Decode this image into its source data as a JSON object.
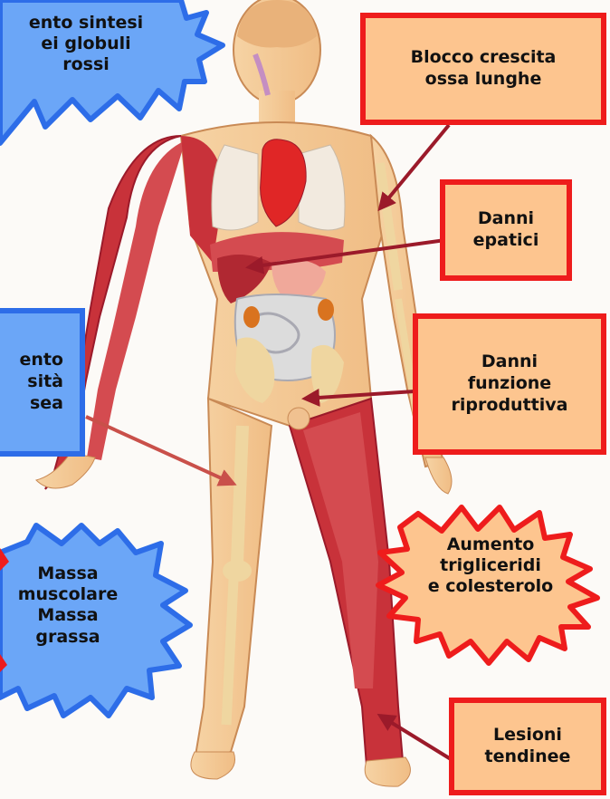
{
  "labels": {
    "blue_top_left": "ento sintesi\nei globuli\nrossi",
    "blocco_crescita": "Blocco crescita\nossa lunghe",
    "danni_epatici": "Danni\nepatici",
    "blue_mid_left": "ento\nsità\nsea",
    "danni_riproduttiva": "Danni\nfunzione\nriproduttiva",
    "massa": "Massa\nmuscolare\nMassa\ngrassa",
    "aumento_trigliceridi": "Aumento\ntrigliceridi\ne colesterolo",
    "lesioni_tendinee": "Lesioni\ntendinee"
  },
  "colors": {
    "orange_fill": "#fdc58f",
    "red_border": "#ee1c1c",
    "blue_fill": "#6ba6f7",
    "blue_border": "#2d6de8",
    "arrow_dark_red": "#9b1a2a",
    "arrow_light_red": "#c9504a",
    "skin": "#f3c894",
    "muscle": "#c8323a",
    "bone": "#efd6a0"
  }
}
